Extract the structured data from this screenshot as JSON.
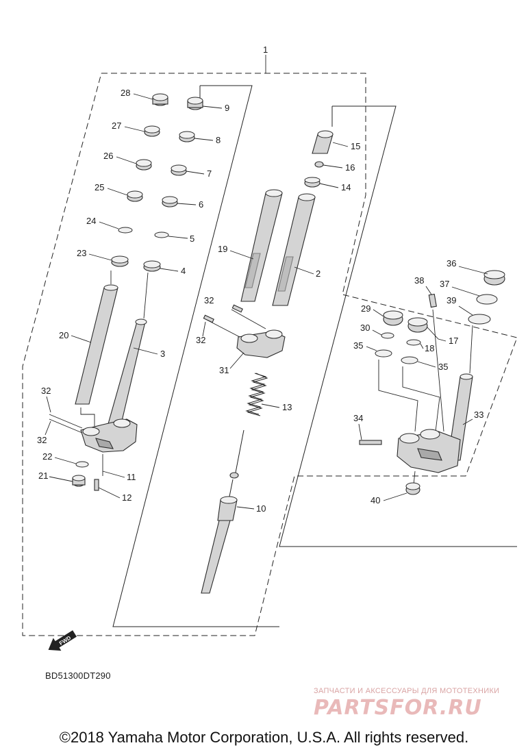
{
  "diagram": {
    "code": "BD51300DT290",
    "fwd_label": "FWD",
    "callouts": [
      "1",
      "2",
      "3",
      "4",
      "5",
      "6",
      "7",
      "8",
      "9",
      "10",
      "11",
      "12",
      "13",
      "14",
      "15",
      "16",
      "17",
      "18",
      "19",
      "20",
      "21",
      "22",
      "23",
      "24",
      "25",
      "26",
      "27",
      "28",
      "29",
      "30",
      "31",
      "32",
      "32",
      "32",
      "32",
      "33",
      "34",
      "35",
      "35",
      "36",
      "37",
      "38",
      "39",
      "40"
    ]
  },
  "watermark": {
    "tagline": "ЗАПЧАСТИ И АКСЕССУАРЫ ДЛЯ МОТОТЕХНИКИ",
    "brand": "PARTSFOR.RU"
  },
  "footer": {
    "copyright": "©2018 Yamaha Motor Corporation, U.S.A. All rights reserved."
  }
}
